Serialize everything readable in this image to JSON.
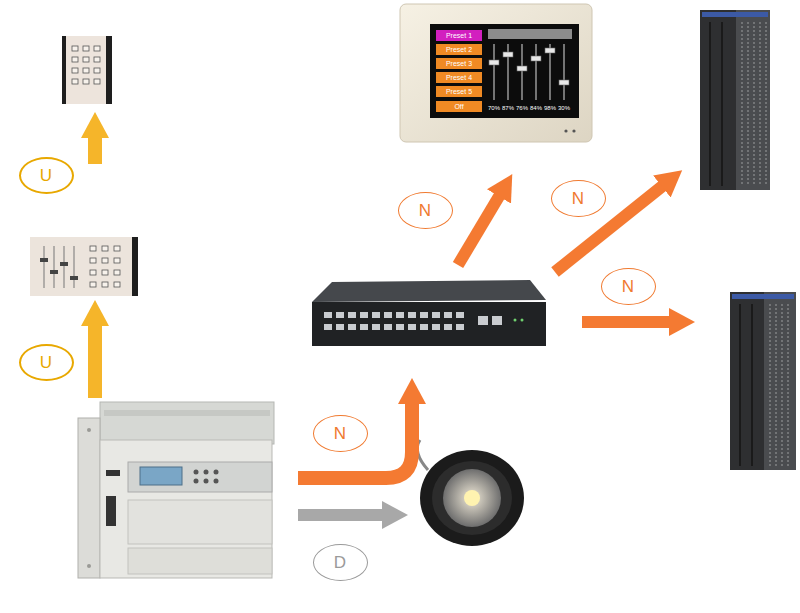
{
  "diagram": {
    "nodes": [
      {
        "text": [
          "Preset 1"
        ]
      },
      {
        "text": [
          "Preset 2"
        ]
      },
      {
        "text": [
          "Preset 3"
        ]
      },
      {
        "text": [
          "Preset 4"
        ]
      },
      {
        "text": [
          "Preset 5"
        ]
      },
      {
        "text": [
          "Off"
        ]
      },
      {
        "text": [
          "U"
        ]
      },
      {
        "text": [
          "N"
        ]
      },
      {
        "text": [
          "N"
        ]
      },
      {
        "text": [
          "N"
        ]
      },
      {
        "text": [
          "U"
        ]
      },
      {
        "text": [
          "N"
        ]
      },
      {
        "text": [
          "D"
        ]
      }
    ],
    "labels": [
      "70%",
      "87%",
      "76%",
      "84%",
      "98%",
      "30%"
    ]
  }
}
